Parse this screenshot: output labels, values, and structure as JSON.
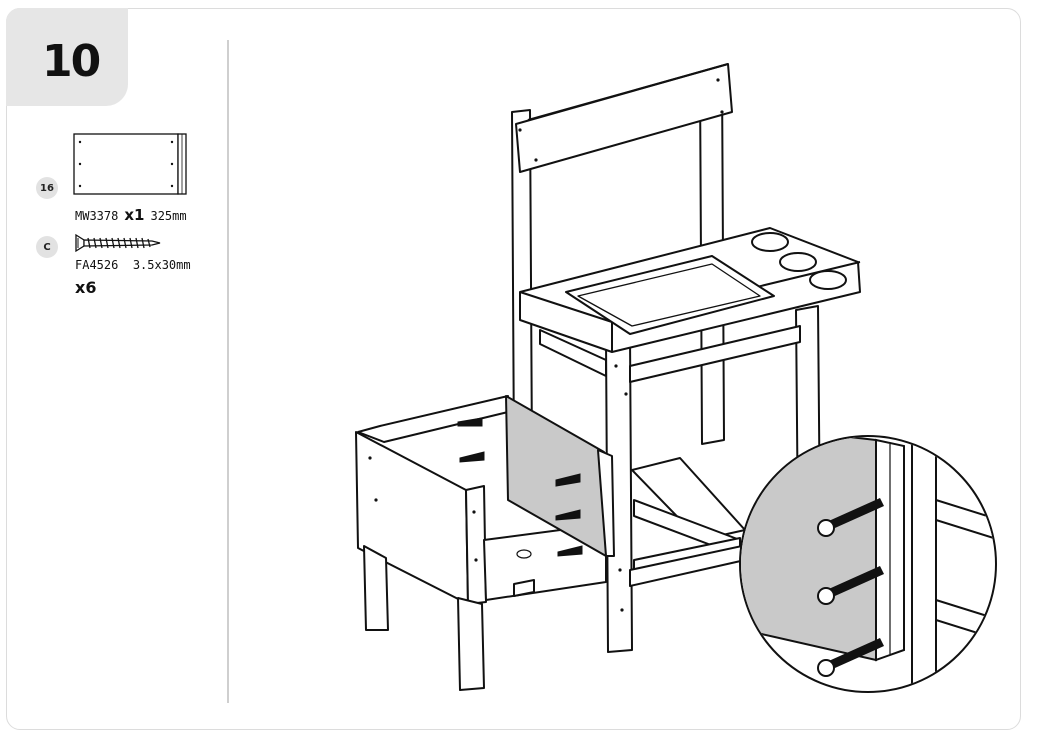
{
  "step": {
    "number": "10"
  },
  "parts": [
    {
      "id": "16",
      "code": "MW3378",
      "qty": "x1",
      "size": "325mm",
      "icon": "board-icon"
    },
    {
      "id": "C",
      "code": "FA4526",
      "qty": "x6",
      "size": "3.5x30mm",
      "icon": "screw-icon"
    }
  ],
  "colors": {
    "panel_gray": "#c9c9c9",
    "badge_gray": "#e6e6e6",
    "line": "#111111"
  }
}
